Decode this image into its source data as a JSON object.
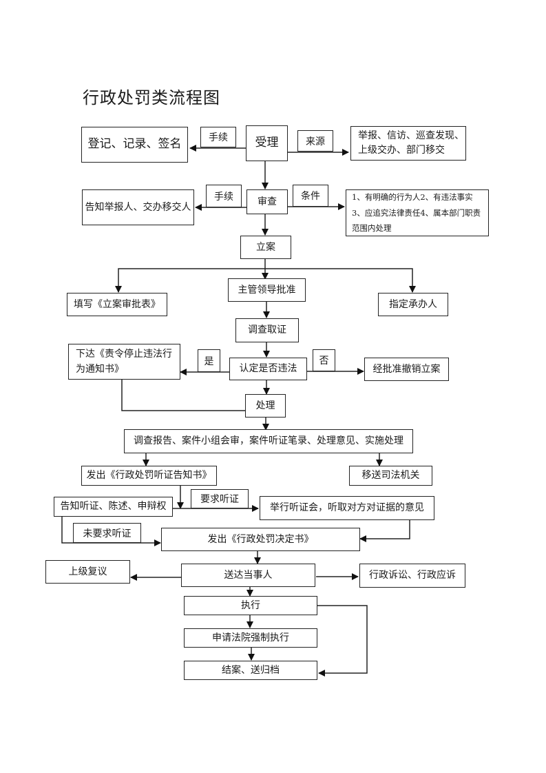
{
  "title": "行政处罚类流程图",
  "nodes": {
    "register": "登记、记录、签名",
    "accept": "受理",
    "source_detail": "举报、信访、巡查发现、上级交办、部门移交",
    "notify_reporter": "告知举报人、交办移交人",
    "review": "审查",
    "conditions_detail": "1、有明确的行为人2、有违法事实3、应追究法律责任4、属本部门职责范围内处理",
    "file_case": "立案",
    "fill_form": "填写《立案审批表》",
    "leader_approval": "主管领导批准",
    "assign_handler": "指定承办人",
    "investigate": "调查取证",
    "stop_notice": "下达《责令停止违法行为通知书》",
    "determine_violation": "认定是否违法",
    "revoke_case": "经批准撤销立案",
    "handle": "处理",
    "report_review": "调查报告、案件小组会审，案件听证笔录、处理意见、实施处理",
    "hearing_notice": "发出《行政处罚听证告知书》",
    "transfer_judicial": "移送司法机关",
    "inform_rights": "告知听证、陈述、申辩权",
    "hold_hearing": "举行听证会，听取对方对证据的意见",
    "decision": "发出《行政处罚决定书》",
    "reconsideration": "上级复议",
    "deliver": "送达当事人",
    "litigation": "行政诉讼、行政应诉",
    "execute": "执行",
    "court_enforce": "申请法院强制执行",
    "close_case": "结案、送归档"
  },
  "edge_labels": {
    "procedure_1": "手续",
    "source": "来源",
    "procedure_2": "手续",
    "condition": "条件",
    "yes": "是",
    "no": "否",
    "request_hearing": "要求听证",
    "no_request_hearing": "未要求听证"
  }
}
